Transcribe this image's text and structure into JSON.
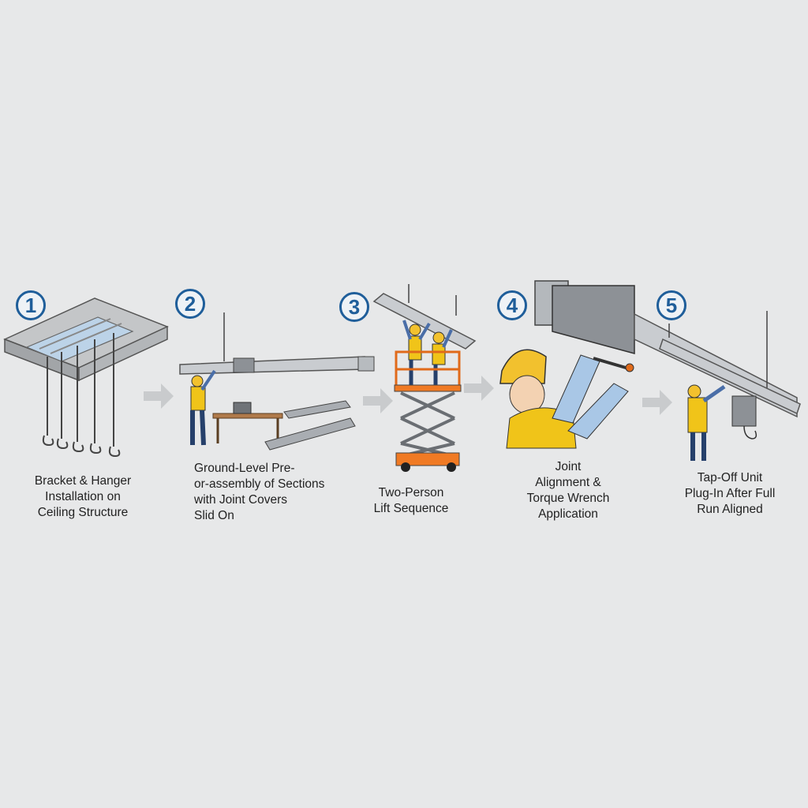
{
  "colors": {
    "background": "#e7e8e9",
    "step_circle": "#1f5e9a",
    "hardhat": "#f2c12e",
    "safety_vest": "#f0c419",
    "lift_orange": "#f07a24",
    "busway_gray": "#a9adb2",
    "arrow_gray": "#c9cbcd"
  },
  "steps": [
    {
      "number": "1",
      "caption": "Bracket & Hanger\nInstallation on\nCeiling Structure",
      "icon": "ceiling-hanger-icon"
    },
    {
      "number": "2",
      "caption": "Ground-Level Pre-\nor-assembly of Sections\nwith Joint Covers\nSlid On",
      "icon": "worker-preassembly-icon"
    },
    {
      "number": "3",
      "caption": "Two-Person\nLift Sequence",
      "icon": "scissor-lift-icon"
    },
    {
      "number": "4",
      "caption": "Joint\nAlignment &\nTorque Wrench\nApplication",
      "icon": "torque-wrench-icon"
    },
    {
      "number": "5",
      "caption": "Tap-Off Unit\nPlug-In After Full\nRun Aligned",
      "icon": "tap-off-unit-icon"
    }
  ]
}
